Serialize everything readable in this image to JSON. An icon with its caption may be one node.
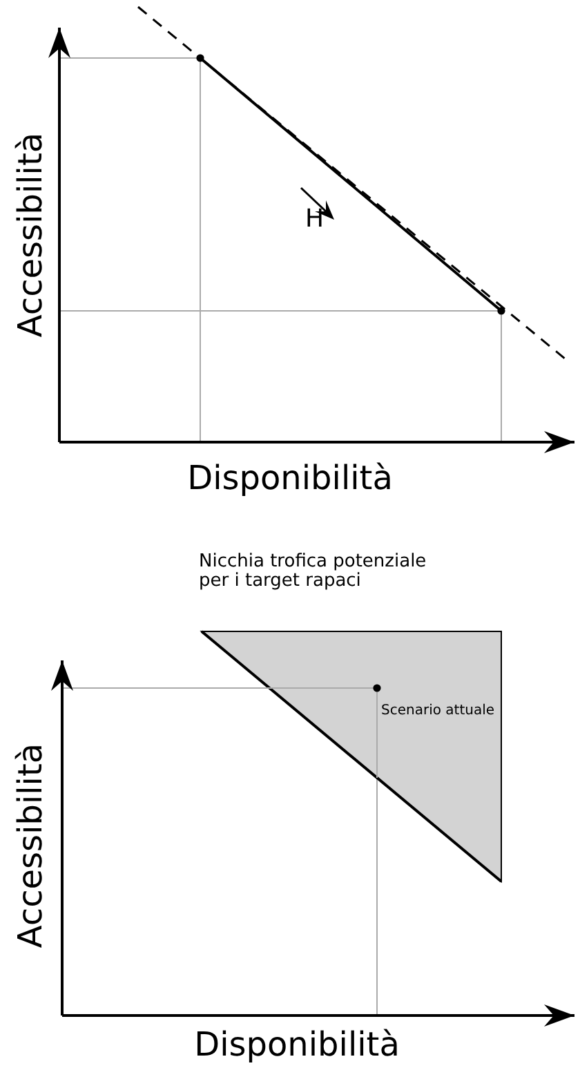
{
  "diagram": {
    "nodes": [
      {
        "text": [
          "Nicchia trofica potenziale per i target rapaci"
        ]
      }
    ],
    "labels": [
      "Accessibilità",
      "H",
      "Disponibilità",
      "Accessibilità",
      "Scenario attuale",
      "Disponibilità"
    ]
  }
}
